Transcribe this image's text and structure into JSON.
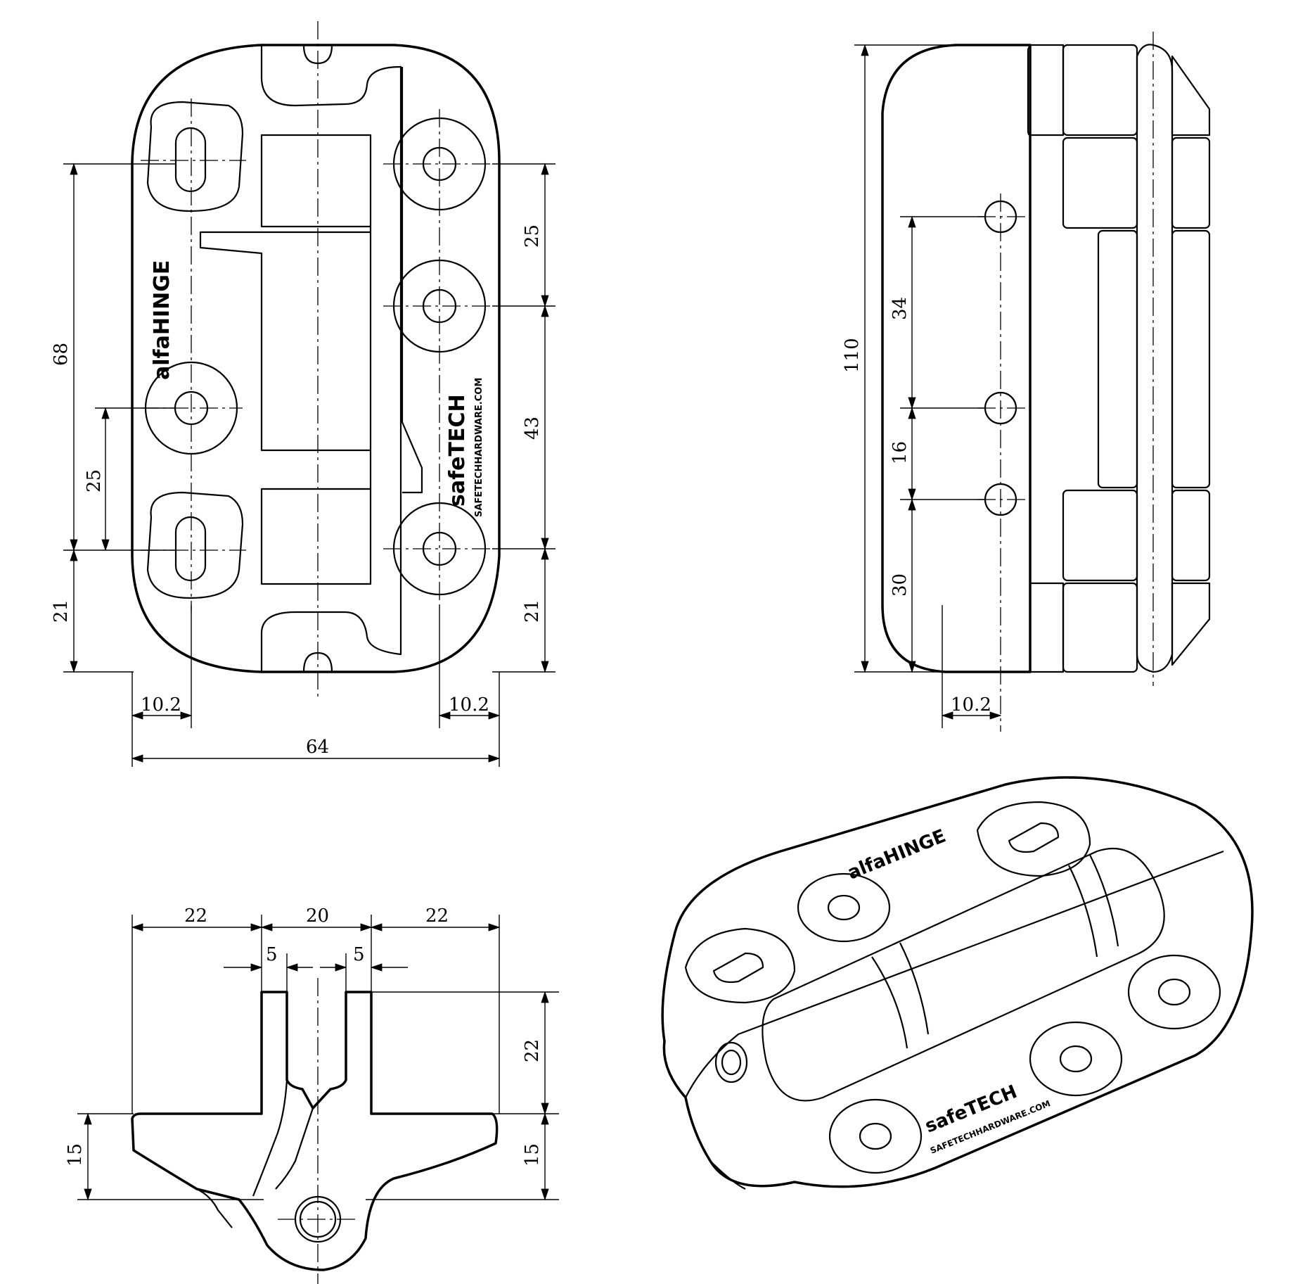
{
  "front_view": {
    "dim_68": "68",
    "dim_25_left": "25",
    "dim_21_left": "21",
    "dim_10_2_left": "10.2",
    "dim_10_2_right": "10.2",
    "dim_64": "64",
    "dim_25_right": "25",
    "dim_43": "43",
    "dim_21_right": "21",
    "logo_brand": "alfaHINGE",
    "logo_maker": "safeTECH",
    "logo_url": "SAFETECHHARDWARE.COM"
  },
  "side_view": {
    "dim_110": "110",
    "dim_34": "34",
    "dim_16": "16",
    "dim_30": "30",
    "dim_10_2": "10.2"
  },
  "bottom_view": {
    "dim_22_left": "22",
    "dim_20": "20",
    "dim_22_right": "22",
    "dim_5_left": "5",
    "dim_5_right": "5",
    "dim_22_height": "22",
    "dim_15_left": "15",
    "dim_15_right": "15"
  },
  "iso_view": {
    "logo_brand": "alfaHINGE",
    "logo_maker": "safeTECH",
    "logo_url": "SAFETECHHARDWARE.COM"
  }
}
